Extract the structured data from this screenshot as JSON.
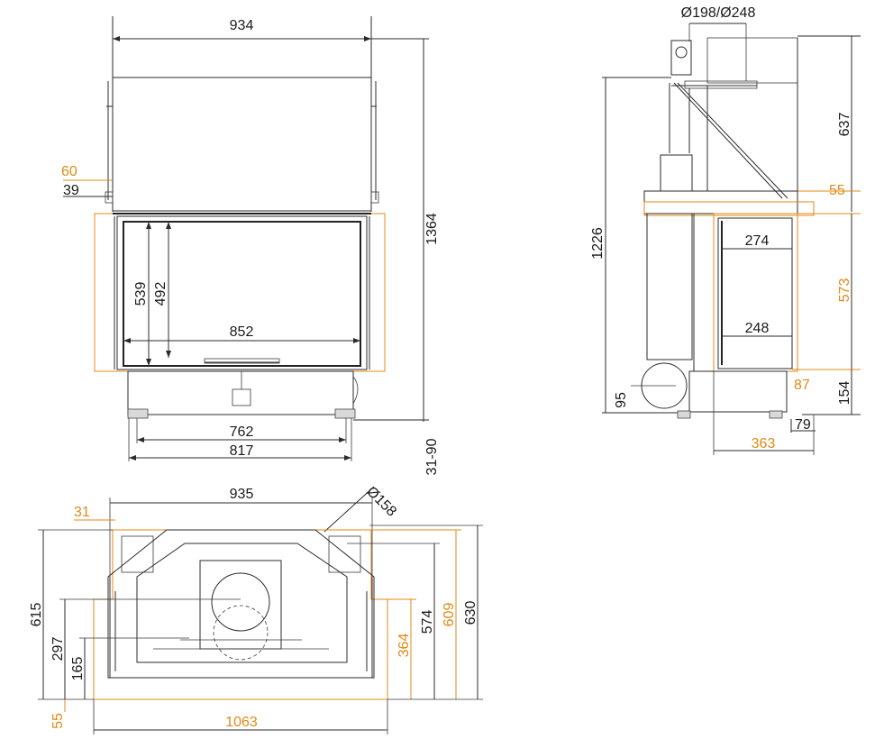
{
  "colors": {
    "line": "#2b2b2b",
    "accent": "#e08a17",
    "background": "#ffffff"
  },
  "front_view": {
    "width_top": "934",
    "height_total": "1364",
    "dim_60": "60",
    "dim_39": "39",
    "opening_height": "539",
    "glass_height": "492",
    "glass_width": "852",
    "base_762": "762",
    "base_817": "817",
    "legs": "31-90"
  },
  "side_view": {
    "flue_diameter": "Ø198/Ø248",
    "height_637": "637",
    "height_1226": "1226",
    "dim_55": "55",
    "depth_274": "274",
    "height_573": "573",
    "depth_248": "248",
    "dim_87": "87",
    "dim_154": "154",
    "dim_95": "95",
    "dim_79": "79",
    "depth_363": "363"
  },
  "top_view": {
    "width_935": "935",
    "dim_31": "31",
    "flue_diameter": "Ø158",
    "depth_615": "615",
    "depth_297": "297",
    "depth_165": "165",
    "depth_364": "364",
    "depth_574": "574",
    "depth_609": "609",
    "depth_630": "630",
    "dim_55": "55",
    "width_1063": "1063"
  }
}
